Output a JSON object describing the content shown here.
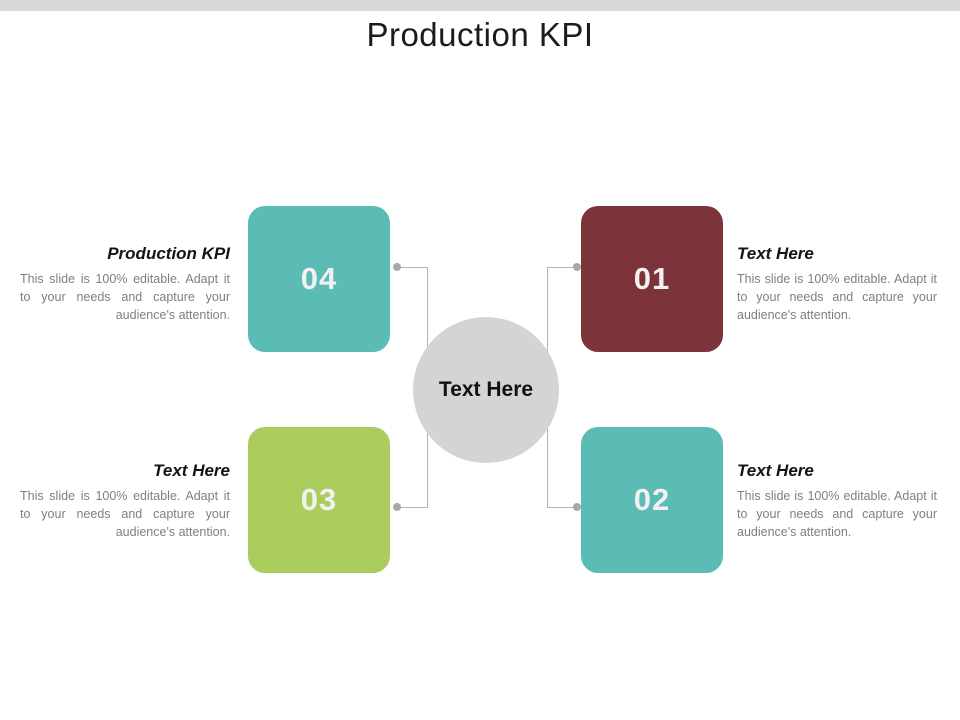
{
  "slide": {
    "title": "Production KPI",
    "top_band_color": "#d8d8d8",
    "connector_color": "#b4b4b4",
    "center": {
      "label": "Text Here",
      "color": "#d4d4d4"
    },
    "steps": [
      {
        "number": "01",
        "position": "top-right",
        "box_color": "#7c3339",
        "heading": "Text Here",
        "body": "This slide is 100% editable. Adapt it to your needs and capture your audience's attention."
      },
      {
        "number": "02",
        "position": "bottom-right",
        "box_color": "#5bbcb6",
        "heading": "Text Here",
        "body": "This slide is 100% editable. Adapt it to your needs and capture your audience's attention."
      },
      {
        "number": "03",
        "position": "bottom-left",
        "box_color": "#aacd5e",
        "heading": "Text Here",
        "body": "This slide is 100% editable. Adapt it to your needs and capture your audience's attention."
      },
      {
        "number": "04",
        "position": "top-left",
        "box_color": "#5bbcb6",
        "heading": "Production KPI",
        "body": "This slide is 100% editable. Adapt it to your needs and capture your audience's attention."
      }
    ]
  }
}
